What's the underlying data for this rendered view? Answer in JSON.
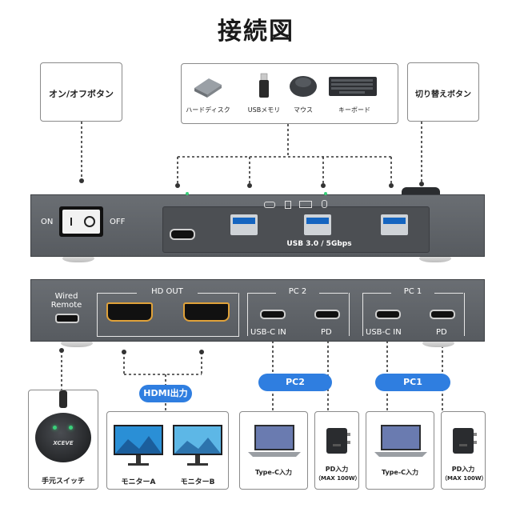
{
  "title": "接続図",
  "callouts": {
    "power_button": "オン/オフボタン",
    "switch_button": "切り替えボタン"
  },
  "peripherals": [
    {
      "label": "ハードディスク",
      "icon": "hard-disk-icon"
    },
    {
      "label": "USBメモリ",
      "icon": "usb-stick-icon"
    },
    {
      "label": "マウス",
      "icon": "mouse-icon"
    },
    {
      "label": "キーボード",
      "icon": "keyboard-icon"
    }
  ],
  "front_panel": {
    "on": "ON",
    "off": "OFF",
    "usb_label": "USB 3.0 / 5Gbps"
  },
  "rear_panel": {
    "wired_remote_1": "Wired",
    "wired_remote_2": "Remote",
    "hd_out": "HD OUT",
    "pc2": "PC 2",
    "pc1": "PC 1",
    "usbc_in": "USB-C IN",
    "pd": "PD"
  },
  "pills": {
    "hdmi": "HDMI出力",
    "pc2": "PC2",
    "pc1": "PC1"
  },
  "remote_brand": "XCEVE",
  "bottom_items": [
    {
      "label": "手元スイッチ"
    },
    {
      "label1": "モニターA",
      "label2": "モニターB"
    },
    {
      "label": "Type-C入力"
    },
    {
      "line1": "PD入力",
      "line2": "（MAX 100W）"
    },
    {
      "label": "Type-C入力"
    },
    {
      "line1": "PD入力",
      "line2": "（MAX 100W）"
    }
  ],
  "colors": {
    "accent": "#2f7ee0",
    "device": "#5f6368",
    "led": "#3ad17a"
  }
}
